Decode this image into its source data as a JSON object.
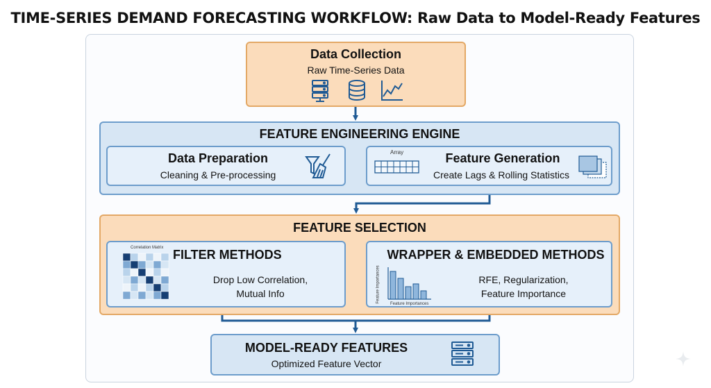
{
  "title": "TIME-SERIES DEMAND FORECASTING WORKFLOW: Raw Data to Model-Ready Features",
  "collection": {
    "title": "Data Collection",
    "subtitle": "Raw Time-Series Data",
    "icons": [
      "server-icon",
      "database-icon",
      "line-chart-icon"
    ]
  },
  "engine": {
    "title": "FEATURE ENGINEERING ENGINE",
    "prep": {
      "title": "Data Preparation",
      "subtitle": "Cleaning & Pre-processing",
      "icon": "broom-icon"
    },
    "gen": {
      "title": "Feature Generation",
      "subtitle": "Create Lags & Rolling Statistics",
      "array_label": "Array",
      "icons": [
        "array-icon",
        "stacked-windows-icon"
      ]
    }
  },
  "selection": {
    "title": "FEATURE SELECTION",
    "filter": {
      "title": "FILTER METHODS",
      "line1": "Drop Low Correlation,",
      "line2": "Mutual Info",
      "matrix_title": "Correlation Matrix"
    },
    "wrapper": {
      "title": "WRAPPER & EMBEDDED METHODS",
      "line1": "RFE, Regularization,",
      "line2": "Feature Importance",
      "chart_xlabel": "Feature Importances",
      "chart_ylabel": "Feature Importances"
    }
  },
  "output": {
    "title": "MODEL-READY FEATURES",
    "subtitle": "Optimized Feature Vector",
    "icon": "server-icon"
  },
  "colors": {
    "orange_fill": "#fbdcbb",
    "blue_fill": "#d7e6f4",
    "arrow": "#1f5a94"
  }
}
